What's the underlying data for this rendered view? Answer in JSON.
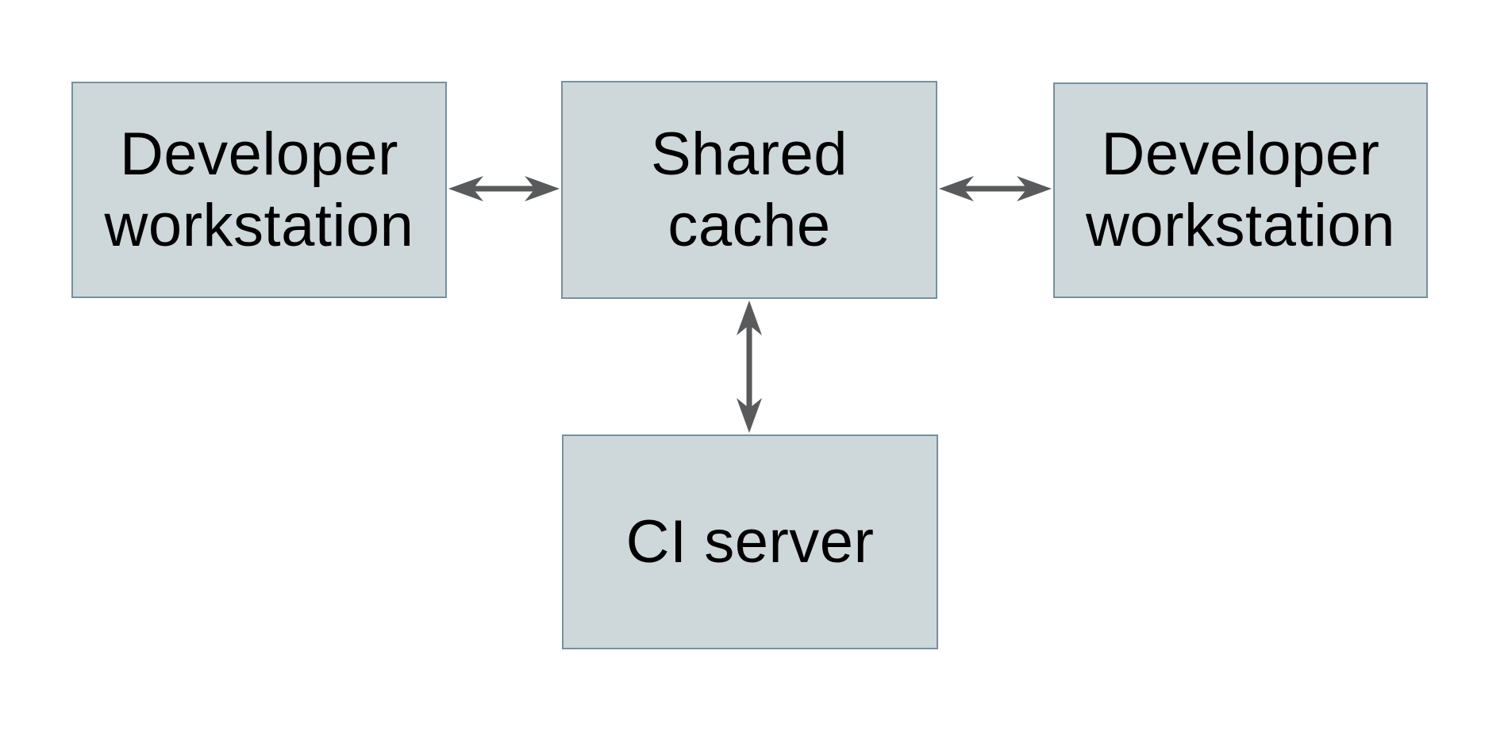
{
  "diagram": {
    "type": "architecture-diagram",
    "nodes": [
      {
        "id": "developer-workstation-left",
        "label": "Developer\nworkstation"
      },
      {
        "id": "shared-cache",
        "label": "Shared\ncache"
      },
      {
        "id": "developer-workstation-right",
        "label": "Developer\nworkstation"
      },
      {
        "id": "ci-server",
        "label": "CI server"
      }
    ],
    "edges": [
      {
        "from": "developer-workstation-left",
        "to": "shared-cache",
        "direction": "bidirectional",
        "orientation": "horizontal"
      },
      {
        "from": "shared-cache",
        "to": "developer-workstation-right",
        "direction": "bidirectional",
        "orientation": "horizontal"
      },
      {
        "from": "shared-cache",
        "to": "ci-server",
        "direction": "bidirectional",
        "orientation": "vertical"
      }
    ],
    "colors": {
      "background": "#ffffff",
      "node_fill": "#ced7da",
      "node_border": "#78909c",
      "arrow": "#595a5c",
      "text": "#000000"
    }
  }
}
